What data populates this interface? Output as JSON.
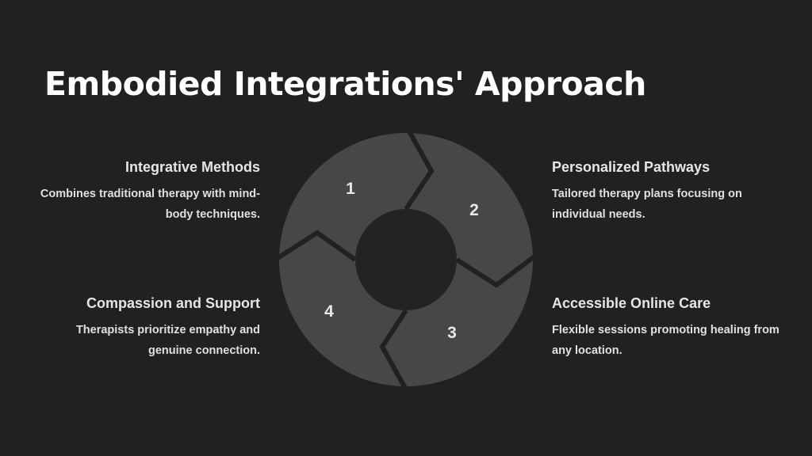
{
  "title": "Embodied Integrations' Approach",
  "steps": [
    {
      "number": "1",
      "heading": "Integrative Methods",
      "description": "Combines traditional therapy with mind-body techniques."
    },
    {
      "number": "2",
      "heading": "Personalized Pathways",
      "description": "Tailored therapy plans focusing on individual needs."
    },
    {
      "number": "3",
      "heading": "Accessible Online Care",
      "description": "Flexible sessions promoting healing from any location."
    },
    {
      "number": "4",
      "heading": "Compassion and Support",
      "description": "Therapists prioritize empathy and genuine connection."
    }
  ],
  "colors": {
    "background": "#212121",
    "segment": "#474747",
    "hub": "#232323"
  }
}
